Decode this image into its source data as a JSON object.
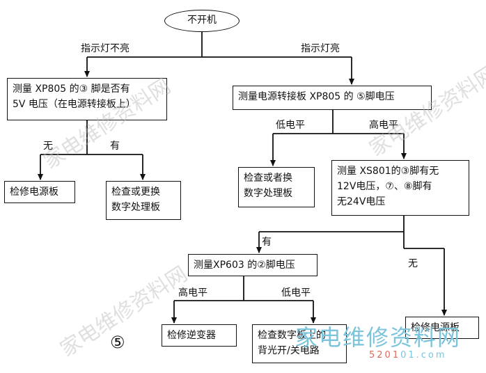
{
  "start": {
    "label": "不开机"
  },
  "branches": {
    "indicator_off": "指示灯不亮",
    "indicator_on": "指示灯亮",
    "none_left": "无",
    "has_left": "有",
    "low_level": "低电平",
    "high_level": "高电平",
    "has_mid": "有",
    "none_right": "无",
    "high_level_2": "高电平",
    "low_level_2": "低电平"
  },
  "boxes": {
    "measure_xp805_pin3": [
      "测量 XP805 的③ 脚是否有",
      "5V 电压（在电源转接板上）"
    ],
    "repair_power_left": [
      "检修电源板"
    ],
    "check_replace_digital": [
      "检查或更换",
      "数字处理板"
    ],
    "measure_xp805_pin5": [
      "测量电源转接板 XP805 的 ⑤脚电压"
    ],
    "check_digital": [
      "检查或者换",
      "数字处理板"
    ],
    "measure_xs801": [
      "测量 XS801的③脚有无",
      "12V电压，⑦、⑧脚有",
      "无24V电压"
    ],
    "measure_xp603": [
      "测量XP603 的②脚电压"
    ],
    "repair_inverter": [
      "检修逆变器"
    ],
    "check_backlight": [
      "检查数字板上的",
      "背光开/关电路"
    ],
    "repair_power_right": [
      "检修电源板"
    ]
  },
  "figure_number": "⑤",
  "watermark": {
    "site_name": "家电维修资料网",
    "logo_text": "家电维修资料网",
    "url_prefix": "5201",
    "url_suffix": "01.com"
  }
}
